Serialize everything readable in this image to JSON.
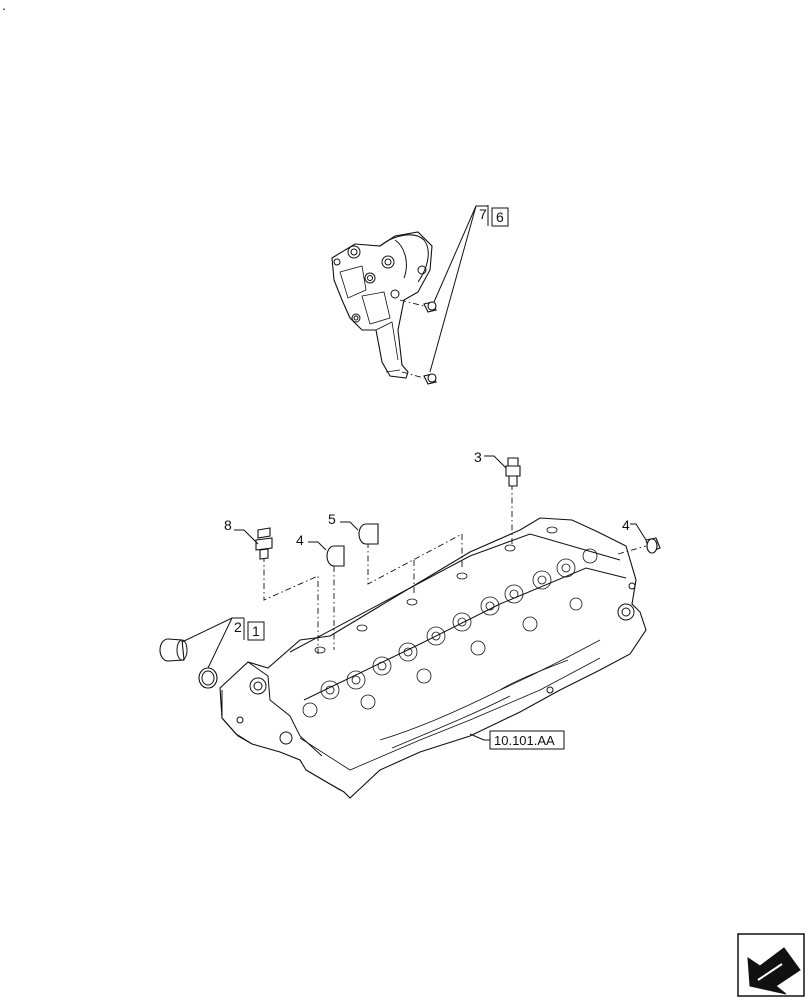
{
  "callouts": {
    "c7": "7",
    "c6": "6",
    "c3": "3",
    "c8": "8",
    "c5": "5",
    "c4a": "4",
    "c4b": "4",
    "c2": "2",
    "c1": "1",
    "ref": "10.101.AA"
  },
  "corner_mark": ".",
  "nav_icon": "next-page-arrow-icon"
}
